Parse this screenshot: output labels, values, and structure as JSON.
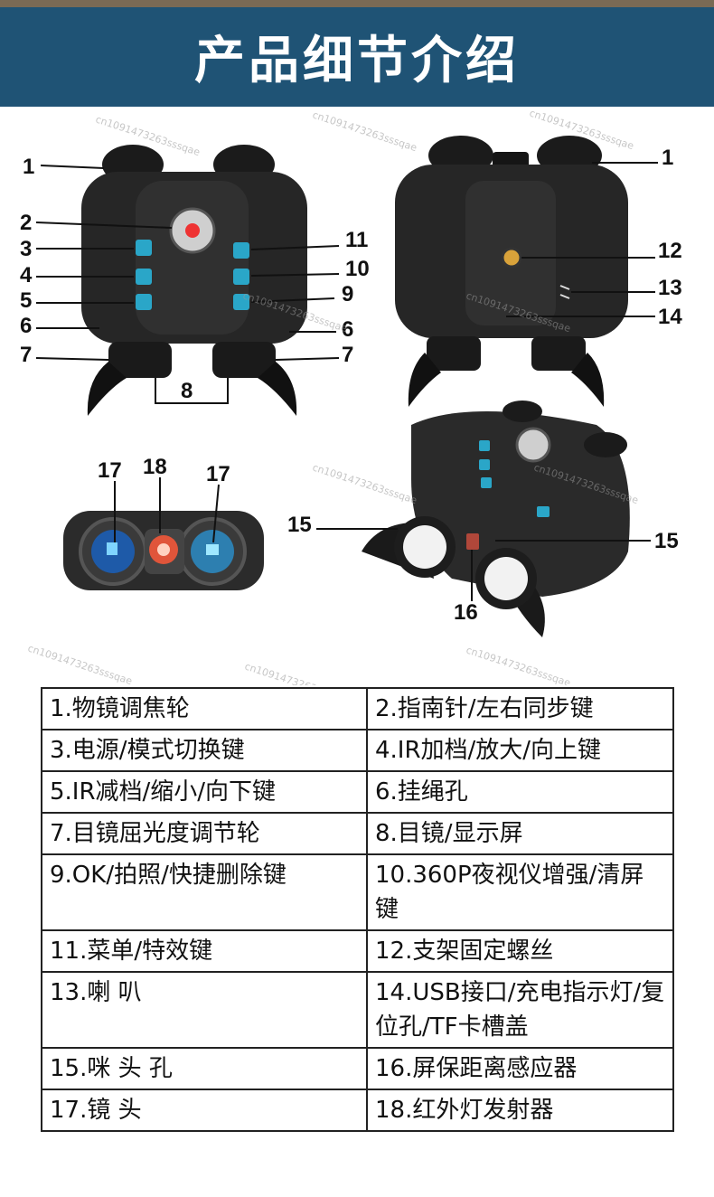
{
  "header": {
    "title": "产品细节介绍"
  },
  "callouts": {
    "front": [
      "1",
      "2",
      "3",
      "4",
      "5",
      "6",
      "7",
      "8",
      "11",
      "10",
      "9",
      "6",
      "7"
    ],
    "back": [
      "1",
      "12",
      "13",
      "14"
    ],
    "eyepiece": [
      "17",
      "18",
      "17"
    ],
    "angled": [
      "15",
      "15",
      "16"
    ]
  },
  "watermark": "cn1091473263sssqae",
  "specs": [
    [
      "1.物镜调焦轮",
      "2.指南针/左右同步键"
    ],
    [
      "3.电源/模式切换键",
      "4.IR加档/放大/向上键"
    ],
    [
      "5.IR减档/缩小/向下键",
      "6.挂绳孔"
    ],
    [
      "7.目镜屈光度调节轮",
      "8.目镜/显示屏"
    ],
    [
      "9.OK/拍照/快捷删除键",
      "10.360P夜视仪增强/清屏键"
    ],
    [
      "11.菜单/特效键",
      "12.支架固定螺丝"
    ],
    [
      "13.喇 叭",
      "14.USB接口/充电指示灯/复位孔/TF卡槽盖"
    ],
    [
      "15.咪 头 孔",
      "16.屏保距离感应器"
    ],
    [
      "17.镜 头",
      "18.红外灯发射器"
    ]
  ]
}
